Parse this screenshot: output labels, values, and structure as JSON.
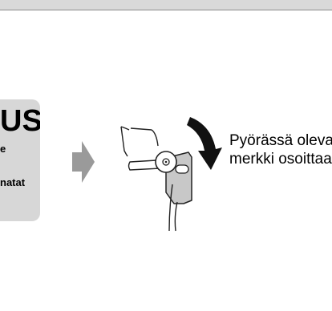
{
  "card": {
    "title": "US",
    "line1": "e",
    "line2": "natat"
  },
  "instruction": {
    "line1": "Pyörässä oleva",
    "line2": "merkki osoittaa"
  }
}
